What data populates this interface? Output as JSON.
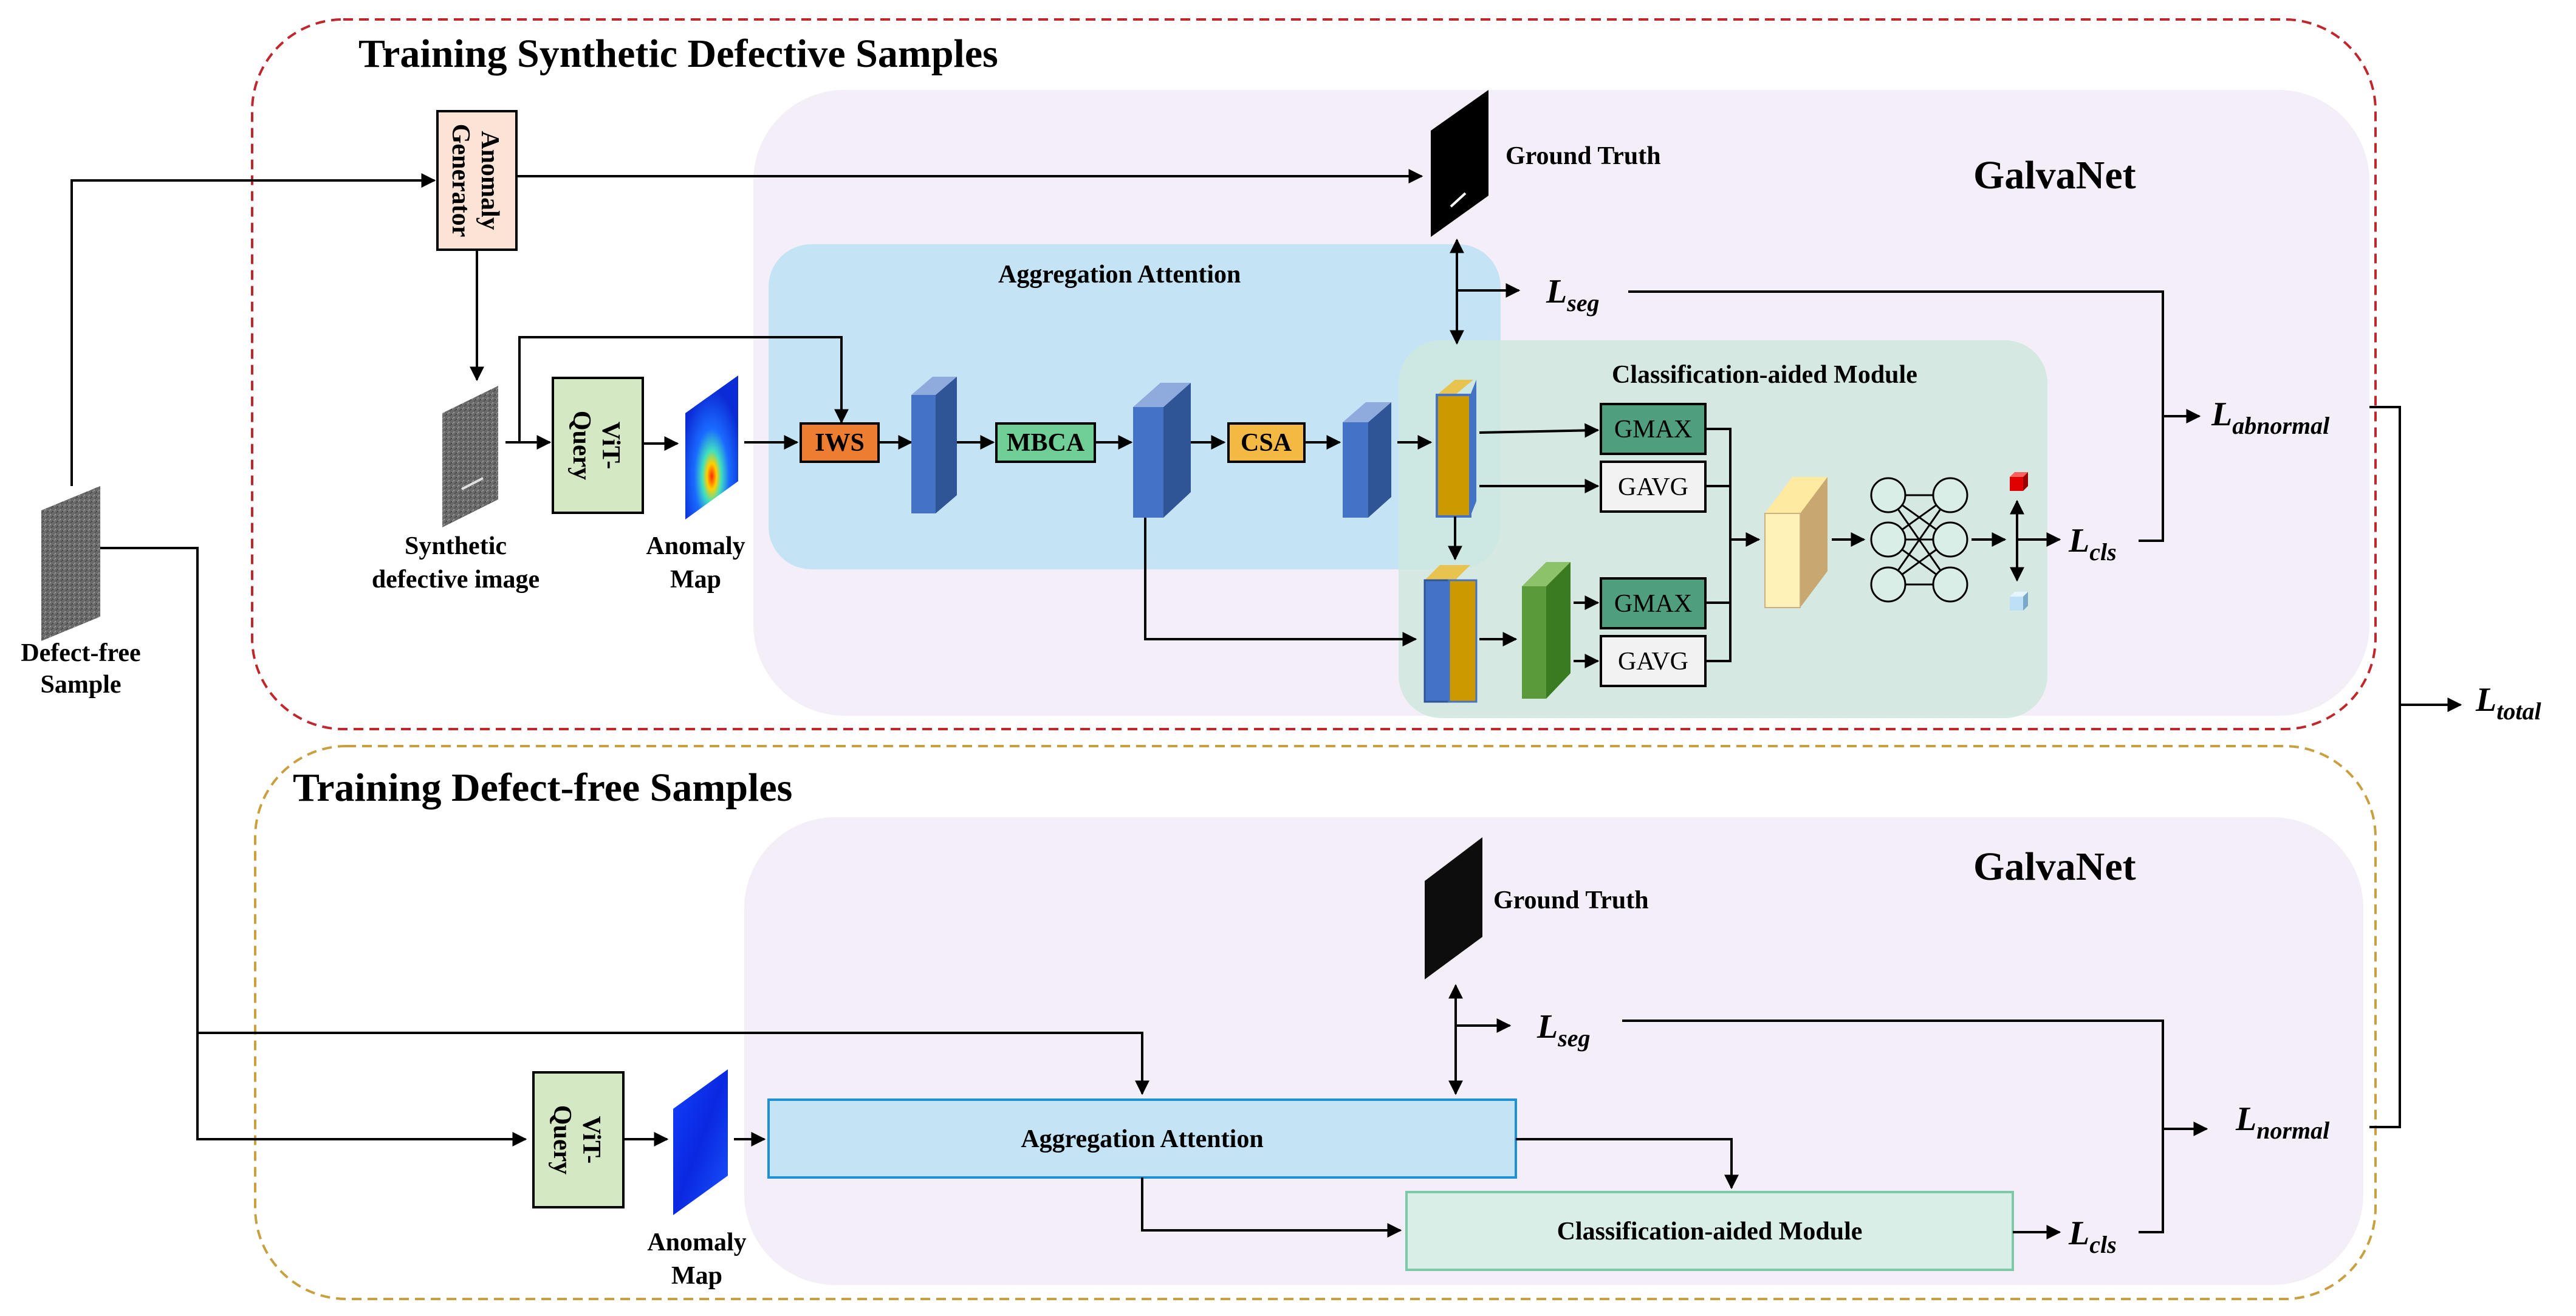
{
  "top": {
    "title": "Training Synthetic Defective Samples",
    "galvanet": "GalvaNet",
    "anomaly_generator": [
      "Anomaly",
      "Generator"
    ],
    "ground_truth": "Ground Truth",
    "aggregation_attention": "Aggregation Attention",
    "classification_module": "Classification-aided Module",
    "vit_query": [
      "ViT-",
      "Query"
    ],
    "anomaly_map": [
      "Anomaly",
      "Map"
    ],
    "synthetic_image": [
      "Synthetic",
      "defective image"
    ],
    "iws": "IWS",
    "mbca": "MBCA",
    "csa": "CSA",
    "gmax": "GMAX",
    "gavg": "GAVG",
    "l_seg": {
      "base": "L",
      "sub": "seg"
    },
    "l_cls": {
      "base": "L",
      "sub": "cls"
    },
    "l_abnormal": {
      "base": "L",
      "sub": "abnormal"
    }
  },
  "left": {
    "defect_free_sample": [
      "Defect-free",
      "Sample"
    ]
  },
  "right": {
    "l_total": {
      "base": "L",
      "sub": "total"
    }
  },
  "bottom": {
    "title": "Training Defect-free Samples",
    "galvanet": "GalvaNet",
    "ground_truth": "Ground Truth",
    "vit_query": [
      "ViT-",
      "Query"
    ],
    "anomaly_map": [
      "Anomaly",
      "Map"
    ],
    "aggregation_attention": "Aggregation Attention",
    "classification_module": "Classification-aided Module",
    "l_seg": {
      "base": "L",
      "sub": "seg"
    },
    "l_cls": {
      "base": "L",
      "sub": "cls"
    },
    "l_normal": {
      "base": "L",
      "sub": "normal"
    }
  },
  "colors": {
    "red_dash": "#c0272d",
    "gold_dash": "#c8a040",
    "galva_bg": "#f3eef7",
    "agg_bg": "#c4e4f5",
    "cls_bg": "#d9eee6",
    "blue_block": "#4472c4",
    "orange_block": "#cc9900",
    "green_block": "#5b9a3a",
    "iws": "#ed7d31",
    "mbca": "#6fcf97",
    "csa": "#f4b942",
    "gmax": "#4f9e7d",
    "vit": "#d5e8c4",
    "generator": "#fbe3d6"
  }
}
